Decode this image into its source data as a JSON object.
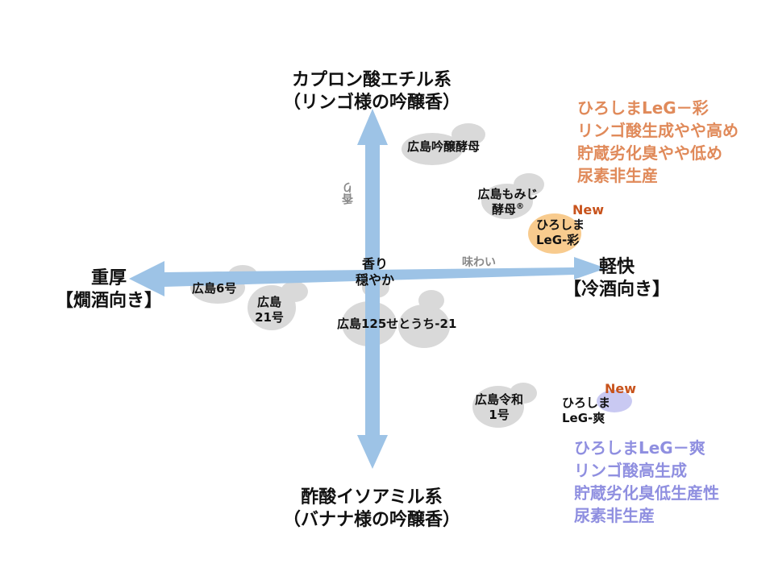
{
  "colors": {
    "arrow": "#9dc3e6",
    "blob": "#d9d9d9",
    "leg_aya_blob": "#f8cb8e",
    "leg_sou_blob": "#c9c9f2",
    "leg_aya_text": "#e08a5a",
    "leg_sou_text": "#8f8fe0",
    "new_tag": "#c8531c"
  },
  "axes": {
    "top": {
      "line1": "カプロン酸エチル系",
      "line2": "（リンゴ様の吟醸香）"
    },
    "bottom": {
      "line1": "酢酸イソアミル系",
      "line2": "（バナナ様の吟醸香）"
    },
    "left": {
      "line1": "重厚",
      "line2": "【燗酒向き】"
    },
    "right": {
      "line1": "軽快",
      "line2": "【冷酒向き】"
    },
    "vertical_small": "香り",
    "horizontal_small": "味わい",
    "center": {
      "line1": "香り",
      "line2": "穏やか"
    }
  },
  "yeasts": {
    "ginjo": "広島吟醸酵母",
    "momiji_line1": "広島もみじ",
    "momiji_line2": "酵母",
    "momiji_mark": "®",
    "no6": "広島6号",
    "no21_line1": "広島",
    "no21_line2": "21号",
    "setouchi": "広島125せとうち-21",
    "reiwa_line1": "広島令和",
    "reiwa_line2": "1号",
    "aya_line1": "ひろしま",
    "aya_line2": "LeG-彩",
    "sou_line1": "ひろしま",
    "sou_line2": "LeG-爽"
  },
  "new_labels": {
    "aya": "New",
    "sou": "New"
  },
  "desc_aya": [
    "ひろしまLeG－彩",
    "リンゴ酸生成やや高め",
    "貯蔵劣化臭やや低め",
    "尿素非生産"
  ],
  "desc_sou": [
    "ひろしまLeG－爽",
    "リンゴ酸高生成",
    "貯蔵劣化臭低生産性",
    "尿素非生産"
  ]
}
